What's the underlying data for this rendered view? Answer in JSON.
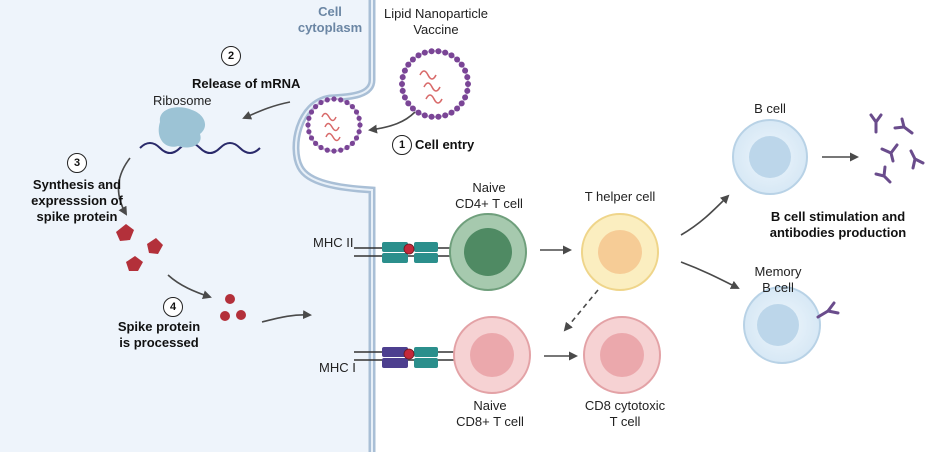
{
  "labels": {
    "cell_cytoplasm": "Cell\ncytoplasm",
    "lnp_vaccine": "Lipid Nanoparticle\nVaccine",
    "release_mrna": "Release of mRNA",
    "ribosome": "Ribosome",
    "cell_entry": "Cell entry",
    "synthesis": "Synthesis and\nexpresssion of\nspike protein",
    "spike_processed": "Spike protein\nis processed",
    "mhc2": "MHC II",
    "mhc1": "MHC I",
    "naive_cd4": "Naive\nCD4+ T cell",
    "naive_cd8": "Naive\nCD8+ T cell",
    "t_helper": "T helper cell",
    "cd8_cytotoxic": "CD8 cytotoxic\nT cell",
    "b_cell": "B cell",
    "memory_b": "Memory\nB cell",
    "b_stimulation": "B cell stimulation and\nantibodies production"
  },
  "steps": {
    "s1": "1",
    "s2": "2",
    "s3": "3",
    "s4": "4"
  },
  "colors": {
    "cytoplasm": "#eef4fb",
    "membrane": "#a9bfd6",
    "cd4_cell": "#6f9f7c",
    "cd8_cell": "#f1b9bc",
    "t_helper": "#f8e3a6",
    "b_cell": "#c6ddef",
    "mhc2_block": "#2b8f8c",
    "mhc1_block": "#4d3f8f",
    "antibody": "#6a4c8c",
    "spike": "#b3303a",
    "ribosome": "#9cc3d5",
    "lnp_lipid": "#7a4596",
    "mrna": "#d86a6a"
  }
}
